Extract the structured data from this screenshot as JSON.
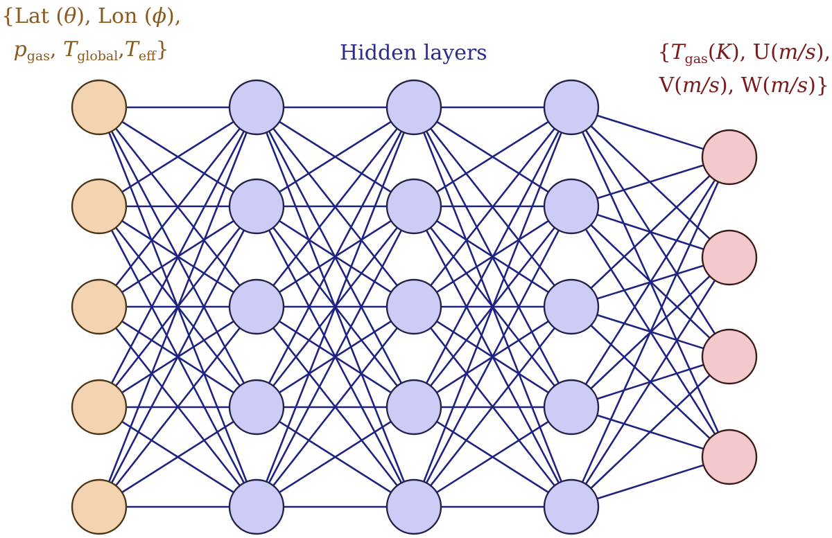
{
  "network": {
    "layers": [
      {
        "role": "input",
        "nodes": 5
      },
      {
        "role": "hidden",
        "nodes": 5
      },
      {
        "role": "hidden",
        "nodes": 5
      },
      {
        "role": "hidden",
        "nodes": 5
      },
      {
        "role": "output",
        "nodes": 4
      }
    ],
    "colors": {
      "input_fill": "#f3d3b0",
      "input_stroke": "#4a3518",
      "hidden_fill": "#ccccf6",
      "hidden_stroke": "#22224a",
      "output_fill": "#f4c9cb",
      "output_stroke": "#3a1a1a",
      "edge": "#1e2280"
    }
  },
  "labels": {
    "input": {
      "line1_a": "{Lat (",
      "line1_theta": "θ",
      "line1_b": "), Lon (",
      "line1_phi": "ϕ",
      "line1_c": "),",
      "line2_p": "p",
      "line2_p_sub": "gas",
      "line2_sep1": ", ",
      "line2_t1": "T",
      "line2_t1_sub": "global",
      "line2_sep2": ",",
      "line2_t2": "T",
      "line2_t2_sub": "eff",
      "line2_end": "}"
    },
    "hidden": "Hidden layers",
    "output": {
      "line1_open": "{",
      "line1_t": "T",
      "line1_t_sub": "gas",
      "line1_a": "(",
      "line1_k": "K",
      "line1_b": "), U(",
      "line1_ms": "m/s",
      "line1_c": "),",
      "line2_a": "V(",
      "line2_ms1": "m/s",
      "line2_b": "), W(",
      "line2_ms2": "m/s",
      "line2_c": ")}"
    }
  }
}
